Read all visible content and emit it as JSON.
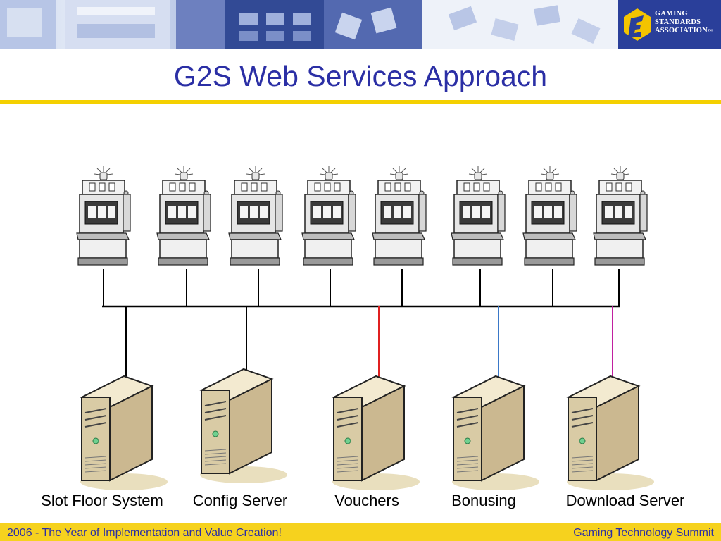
{
  "header": {
    "logo_lines": [
      "GAMING",
      "STANDARDS",
      "ASSOCIATION"
    ],
    "logo_trademark": "™"
  },
  "slide": {
    "title": "G2S Web Services Approach"
  },
  "diagram": {
    "slot_machine_count": 8,
    "servers": [
      {
        "label": "Slot Floor System",
        "link_color": "#000000"
      },
      {
        "label": "Config Server",
        "link_color": "#000000"
      },
      {
        "label": "Vouchers",
        "link_color": "#e02020"
      },
      {
        "label": "Bonusing",
        "link_color": "#3a78c8"
      },
      {
        "label": "Download Server",
        "link_color": "#c020a0"
      }
    ]
  },
  "footer": {
    "left": "2006 - The Year of Implementation and Value Creation!",
    "right": "Gaming Technology Summit"
  },
  "colors": {
    "title": "#2b2fa5",
    "accent_rule": "#f4d000",
    "footer_bg": "#f6d21e",
    "logo_bg": "#2a3f9a"
  }
}
